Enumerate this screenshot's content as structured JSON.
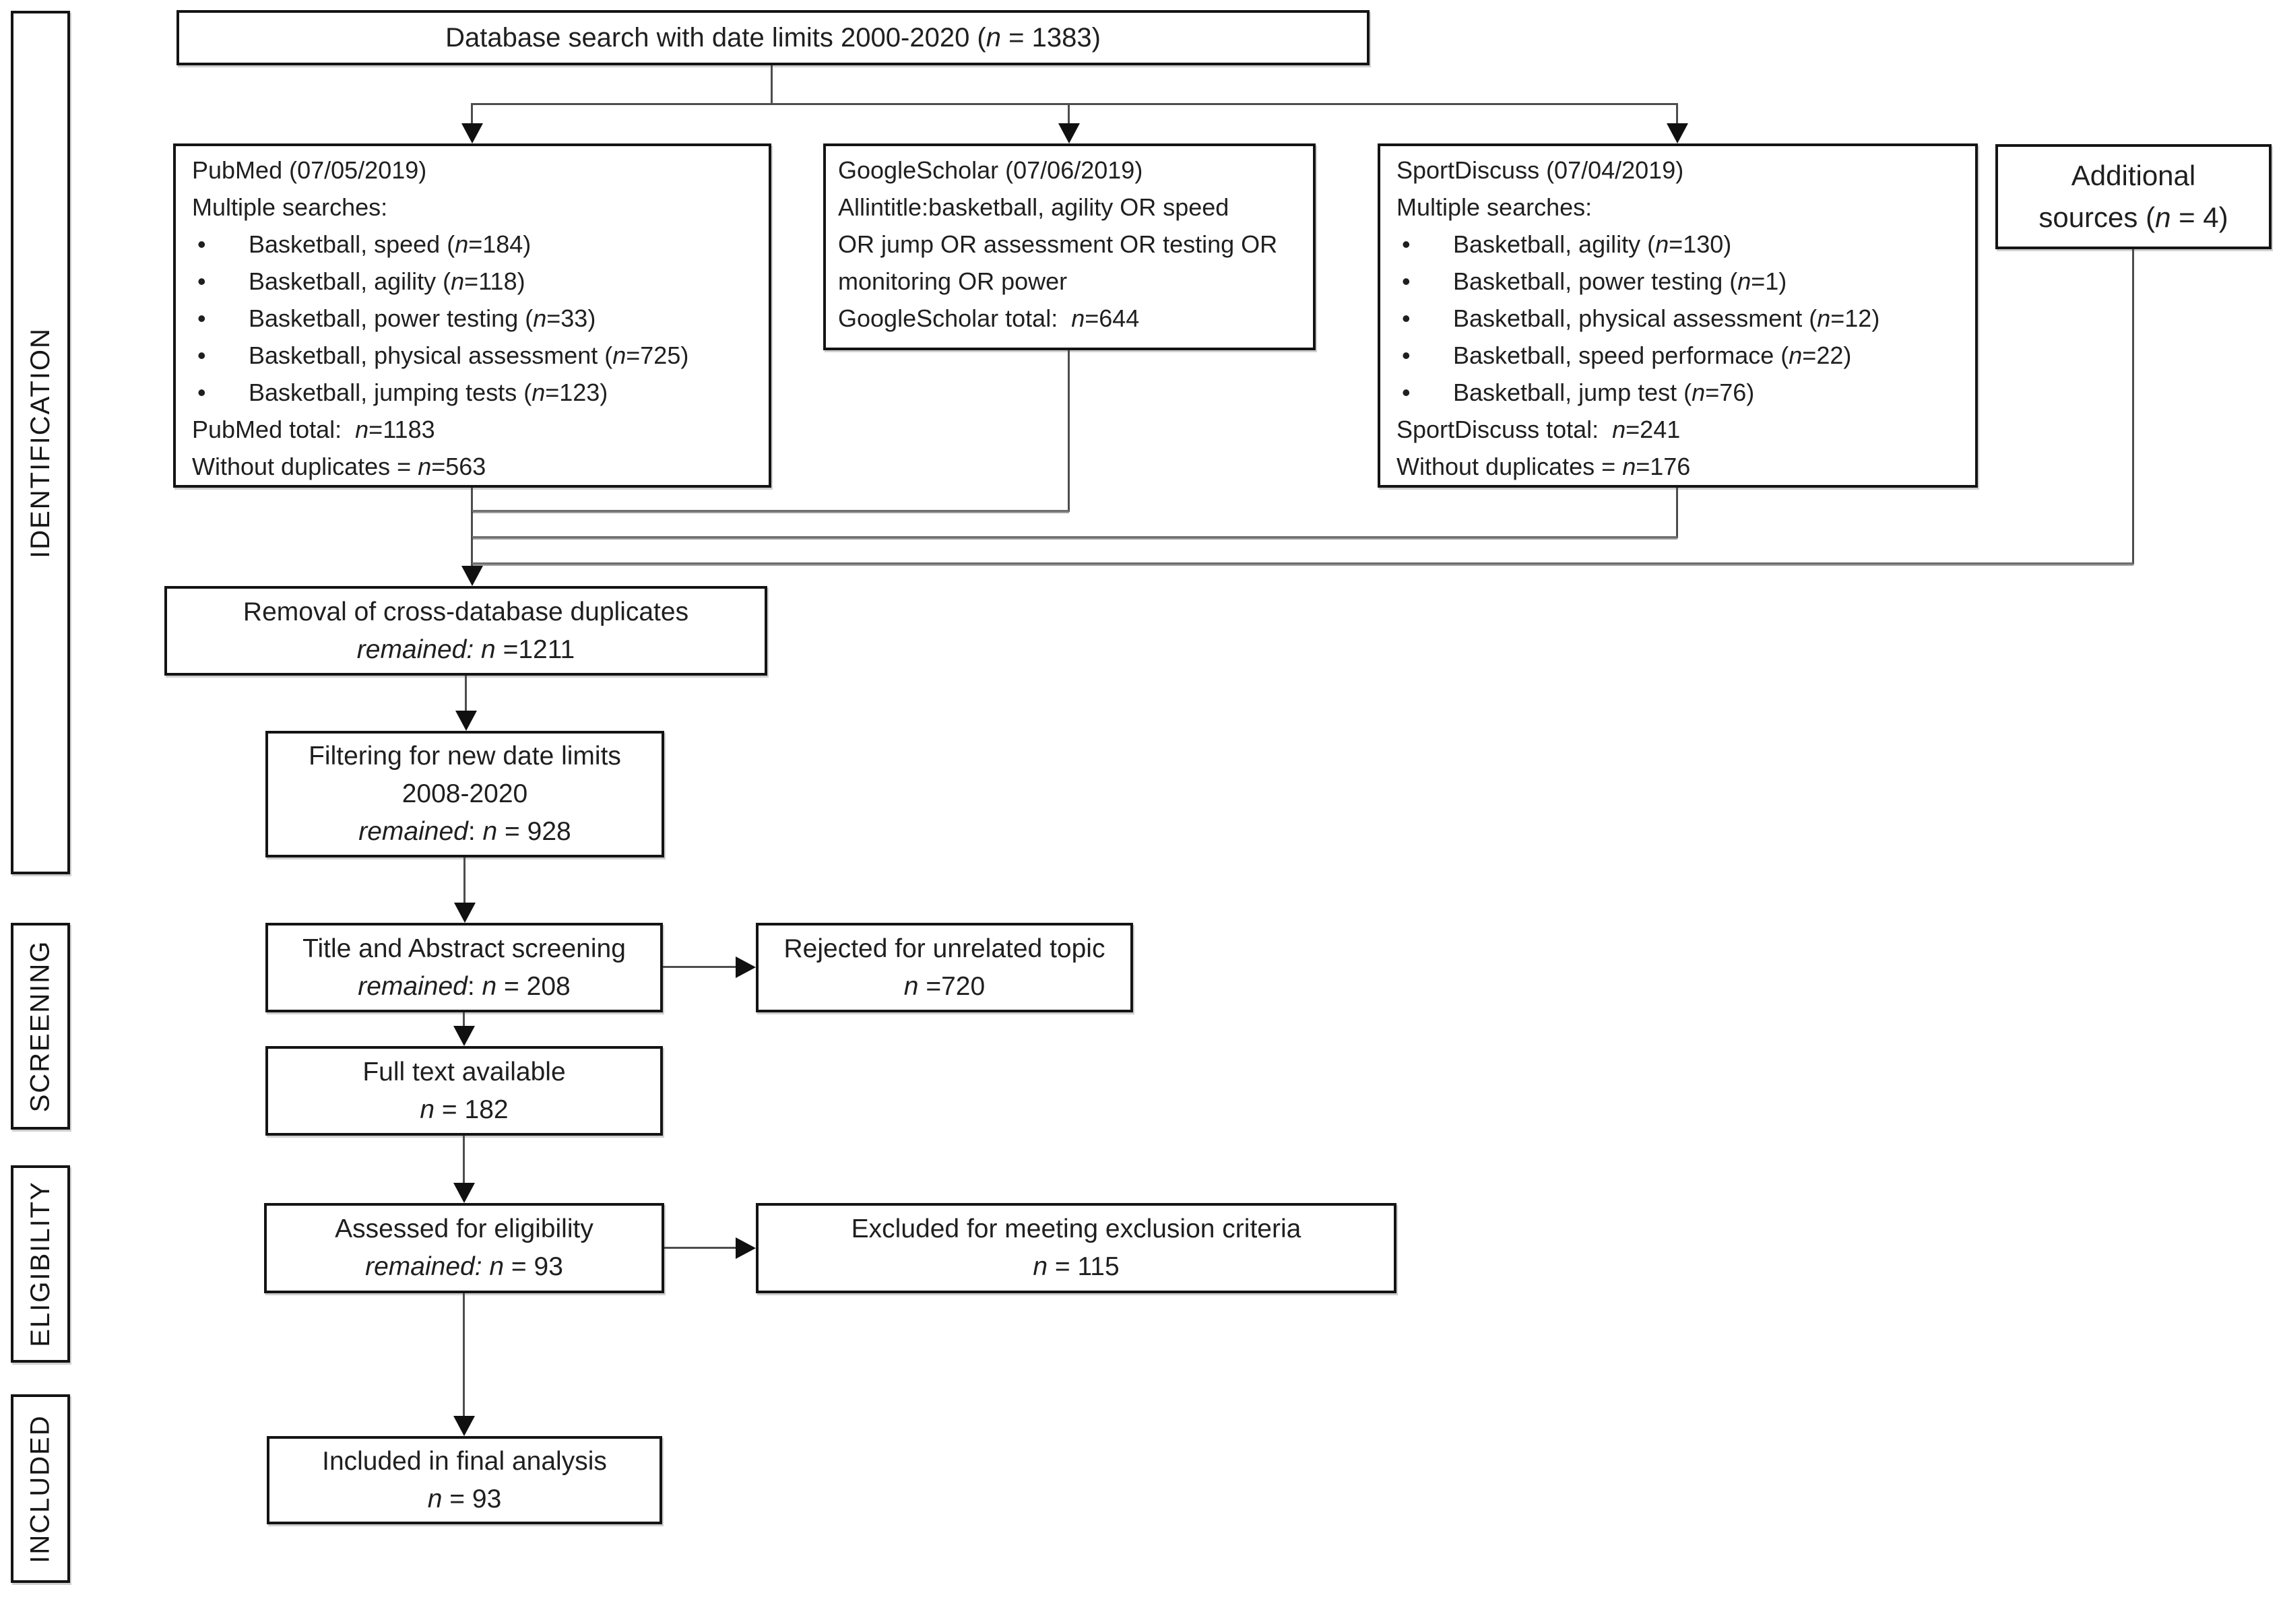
{
  "glyphs": {
    "bullet": "•"
  },
  "stages": {
    "identification": "IDENTIFICATION",
    "screening": "SCREENING",
    "eligibility": "ELIGIBILITY",
    "included": "INCLUDED"
  },
  "nodes": {
    "database_search": {
      "text": [
        [
          "Database search with date limits 2000-2020 (",
          0
        ],
        [
          "n",
          1
        ],
        [
          " = 1383)",
          0
        ]
      ]
    },
    "pubmed": {
      "title": "PubMed (07/05/2019)",
      "subtitle": "Multiple searches:",
      "bullets": [
        [
          [
            "Basketball, speed (",
            0
          ],
          [
            "n",
            1
          ],
          [
            "=184)",
            0
          ]
        ],
        [
          [
            "Basketball, agility (",
            0
          ],
          [
            "n",
            1
          ],
          [
            "=118)",
            0
          ]
        ],
        [
          [
            "Basketball, power testing (",
            0
          ],
          [
            "n",
            1
          ],
          [
            "=33)",
            0
          ]
        ],
        [
          [
            "Basketball, physical assessment (",
            0
          ],
          [
            "n",
            1
          ],
          [
            "=725)",
            0
          ]
        ],
        [
          [
            "Basketball, jumping tests (",
            0
          ],
          [
            "n",
            1
          ],
          [
            "=123)",
            0
          ]
        ]
      ],
      "total": [
        [
          "PubMed total:  ",
          0
        ],
        [
          "n",
          1
        ],
        [
          "=1183",
          0
        ]
      ],
      "dedup": [
        [
          "Without duplicates = ",
          0
        ],
        [
          "n",
          1
        ],
        [
          "=563",
          0
        ]
      ]
    },
    "googlescholar": {
      "title": "GoogleScholar (07/06/2019)",
      "query_lines": [
        "Allintitle:basketball, agility OR speed",
        "OR jump OR assessment OR testing OR",
        "monitoring OR power"
      ],
      "total": [
        [
          "GoogleScholar total:  ",
          0
        ],
        [
          "n",
          1
        ],
        [
          "=644",
          0
        ]
      ]
    },
    "sportdiscuss": {
      "title": "SportDiscuss (07/04/2019)",
      "subtitle": "Multiple searches:",
      "bullets": [
        [
          [
            "Basketball, agility (",
            0
          ],
          [
            "n",
            1
          ],
          [
            "=130)",
            0
          ]
        ],
        [
          [
            "Basketball, power testing (",
            0
          ],
          [
            "n",
            1
          ],
          [
            "=1)",
            0
          ]
        ],
        [
          [
            "Basketball, physical assessment (",
            0
          ],
          [
            "n",
            1
          ],
          [
            "=12)",
            0
          ]
        ],
        [
          [
            "Basketball, speed performace (",
            0
          ],
          [
            "n",
            1
          ],
          [
            "=22)",
            0
          ]
        ],
        [
          [
            "Basketball, jump test (",
            0
          ],
          [
            "n",
            1
          ],
          [
            "=76)",
            0
          ]
        ]
      ],
      "total": [
        [
          "SportDiscuss total:  ",
          0
        ],
        [
          "n",
          1
        ],
        [
          "=241",
          0
        ]
      ],
      "dedup": [
        [
          "Without duplicates = ",
          0
        ],
        [
          "n",
          1
        ],
        [
          "=176",
          0
        ]
      ]
    },
    "additional": {
      "line1": "Additional",
      "line2": [
        [
          "sources (",
          0
        ],
        [
          "n",
          1
        ],
        [
          " = 4)",
          0
        ]
      ]
    },
    "removal": {
      "line1": "Removal of cross-database duplicates",
      "line2": [
        [
          "remained: n",
          1
        ],
        [
          " =1211",
          0
        ]
      ]
    },
    "filtering": {
      "line1": "Filtering for new date limits",
      "line2": "2008-2020",
      "line3": [
        [
          "remained",
          1
        ],
        [
          ": ",
          0
        ],
        [
          "n",
          1
        ],
        [
          " = 928",
          0
        ]
      ]
    },
    "title_abstract": {
      "line1": "Title and Abstract screening",
      "line2": [
        [
          "remained",
          1
        ],
        [
          ": ",
          0
        ],
        [
          "n",
          1
        ],
        [
          " = 208",
          0
        ]
      ]
    },
    "rejected": {
      "line1": "Rejected for unrelated topic",
      "line2": [
        [
          "n",
          1
        ],
        [
          " =720",
          0
        ]
      ]
    },
    "full_text": {
      "line1": "Full text available",
      "line2": [
        [
          "n",
          1
        ],
        [
          " = 182",
          0
        ]
      ]
    },
    "assessed": {
      "line1": "Assessed for eligibility",
      "line2": [
        [
          "remained: n",
          1
        ],
        [
          " = 93",
          0
        ]
      ]
    },
    "excluded": {
      "line1": "Excluded for meeting exclusion criteria",
      "line2": [
        [
          "n",
          1
        ],
        [
          " = 115",
          0
        ]
      ]
    },
    "included_final": {
      "line1": "Included in final analysis",
      "line2": [
        [
          "n",
          1
        ],
        [
          " = 93",
          0
        ]
      ]
    }
  }
}
